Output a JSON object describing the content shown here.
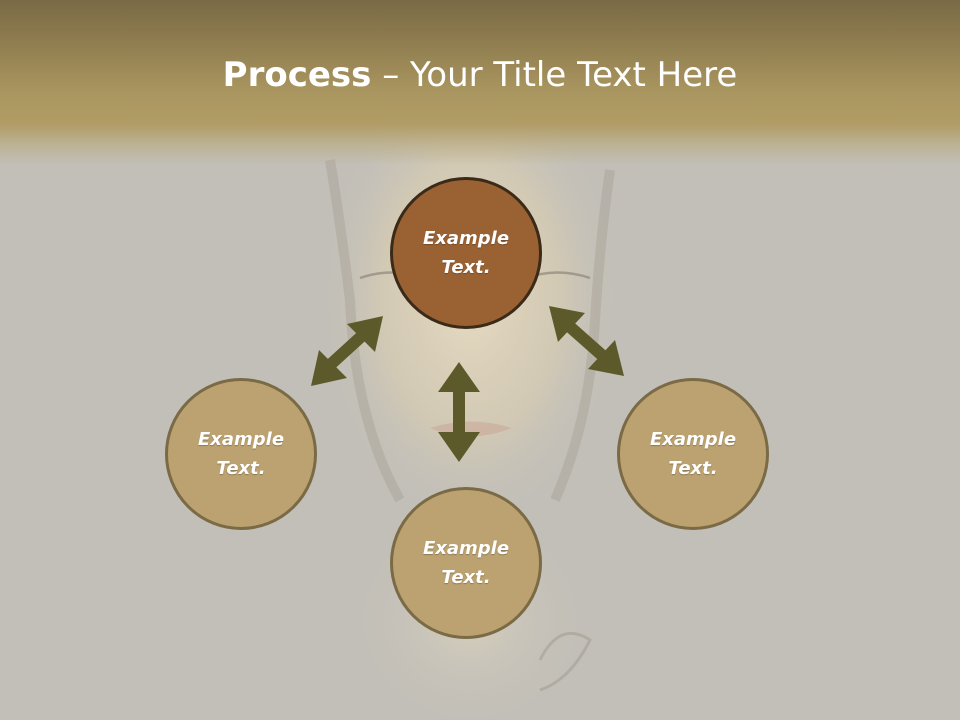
{
  "slide": {
    "title_bold": "Process",
    "title_separator": " – ",
    "title_rest": "Your Title Text Here"
  },
  "nodes": {
    "top": {
      "line1": "Example",
      "line2": "Text."
    },
    "left": {
      "line1": "Example",
      "line2": "Text."
    },
    "right": {
      "line1": "Example",
      "line2": "Text."
    },
    "bottom": {
      "line1": "Example",
      "line2": "Text."
    }
  },
  "colors": {
    "header": "#a9955f",
    "top_node": "#9a6233",
    "node": "#bca270",
    "arrow": "#5c5a2a"
  },
  "icons": {
    "arrows": "double-headed-arrow"
  }
}
